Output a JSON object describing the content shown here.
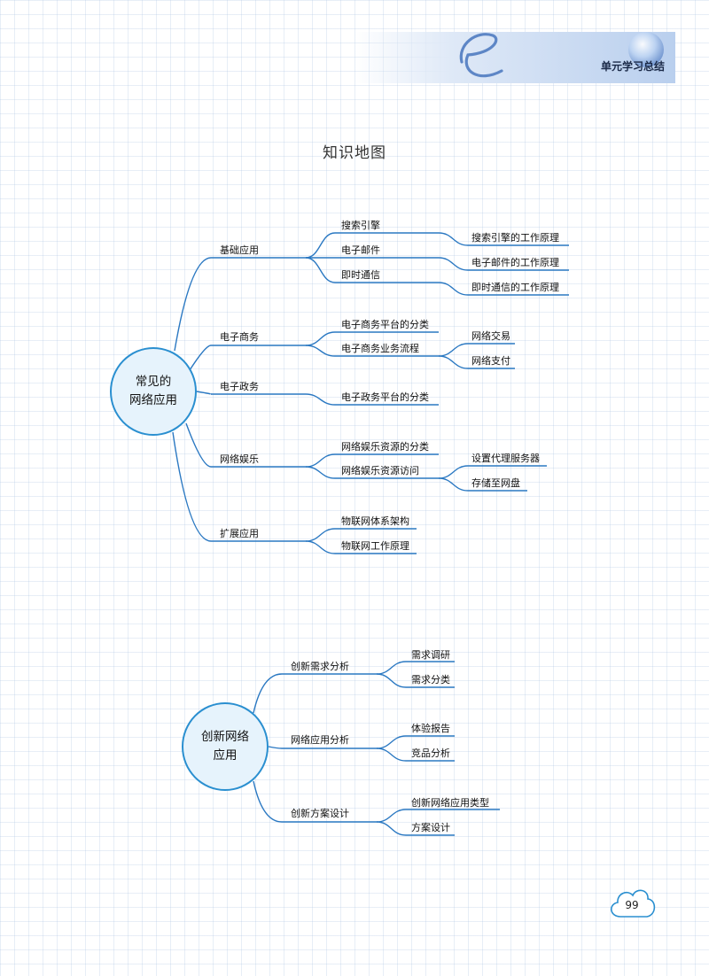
{
  "header": {
    "text": "单元学习总结"
  },
  "title": "知识地图",
  "map1": {
    "hub": [
      "常见的",
      "网络应用"
    ],
    "branches": [
      {
        "label": "基础应用",
        "children": [
          {
            "label": "搜索引擎",
            "children": [
              "搜索引擎的工作原理"
            ]
          },
          {
            "label": "电子邮件",
            "children": [
              "电子邮件的工作原理"
            ]
          },
          {
            "label": "即时通信",
            "children": [
              "即时通信的工作原理"
            ]
          }
        ]
      },
      {
        "label": "电子商务",
        "children": [
          {
            "label": "电子商务平台的分类",
            "children": []
          },
          {
            "label": "电子商务业务流程",
            "children": [
              "网络交易",
              "网络支付"
            ]
          }
        ]
      },
      {
        "label": "电子政务",
        "children": [
          {
            "label": "电子政务平台的分类",
            "children": []
          }
        ]
      },
      {
        "label": "网络娱乐",
        "children": [
          {
            "label": "网络娱乐资源的分类",
            "children": []
          },
          {
            "label": "网络娱乐资源访问",
            "children": [
              "设置代理服务器",
              "存储至网盘"
            ]
          }
        ]
      },
      {
        "label": "扩展应用",
        "children": [
          {
            "label": "物联网体系架构",
            "children": []
          },
          {
            "label": "物联网工作原理",
            "children": []
          }
        ]
      }
    ]
  },
  "map2": {
    "hub": [
      "创新网络",
      "应用"
    ],
    "branches": [
      {
        "label": "创新需求分析",
        "children": [
          {
            "label": "需求调研",
            "children": []
          },
          {
            "label": "需求分类",
            "children": []
          }
        ]
      },
      {
        "label": "网络应用分析",
        "children": [
          {
            "label": "体验报告",
            "children": []
          },
          {
            "label": "竞品分析",
            "children": []
          }
        ]
      },
      {
        "label": "创新方案设计",
        "children": [
          {
            "label": "创新网络应用类型",
            "children": []
          },
          {
            "label": "方案设计",
            "children": []
          }
        ]
      }
    ]
  },
  "page_number": "99"
}
